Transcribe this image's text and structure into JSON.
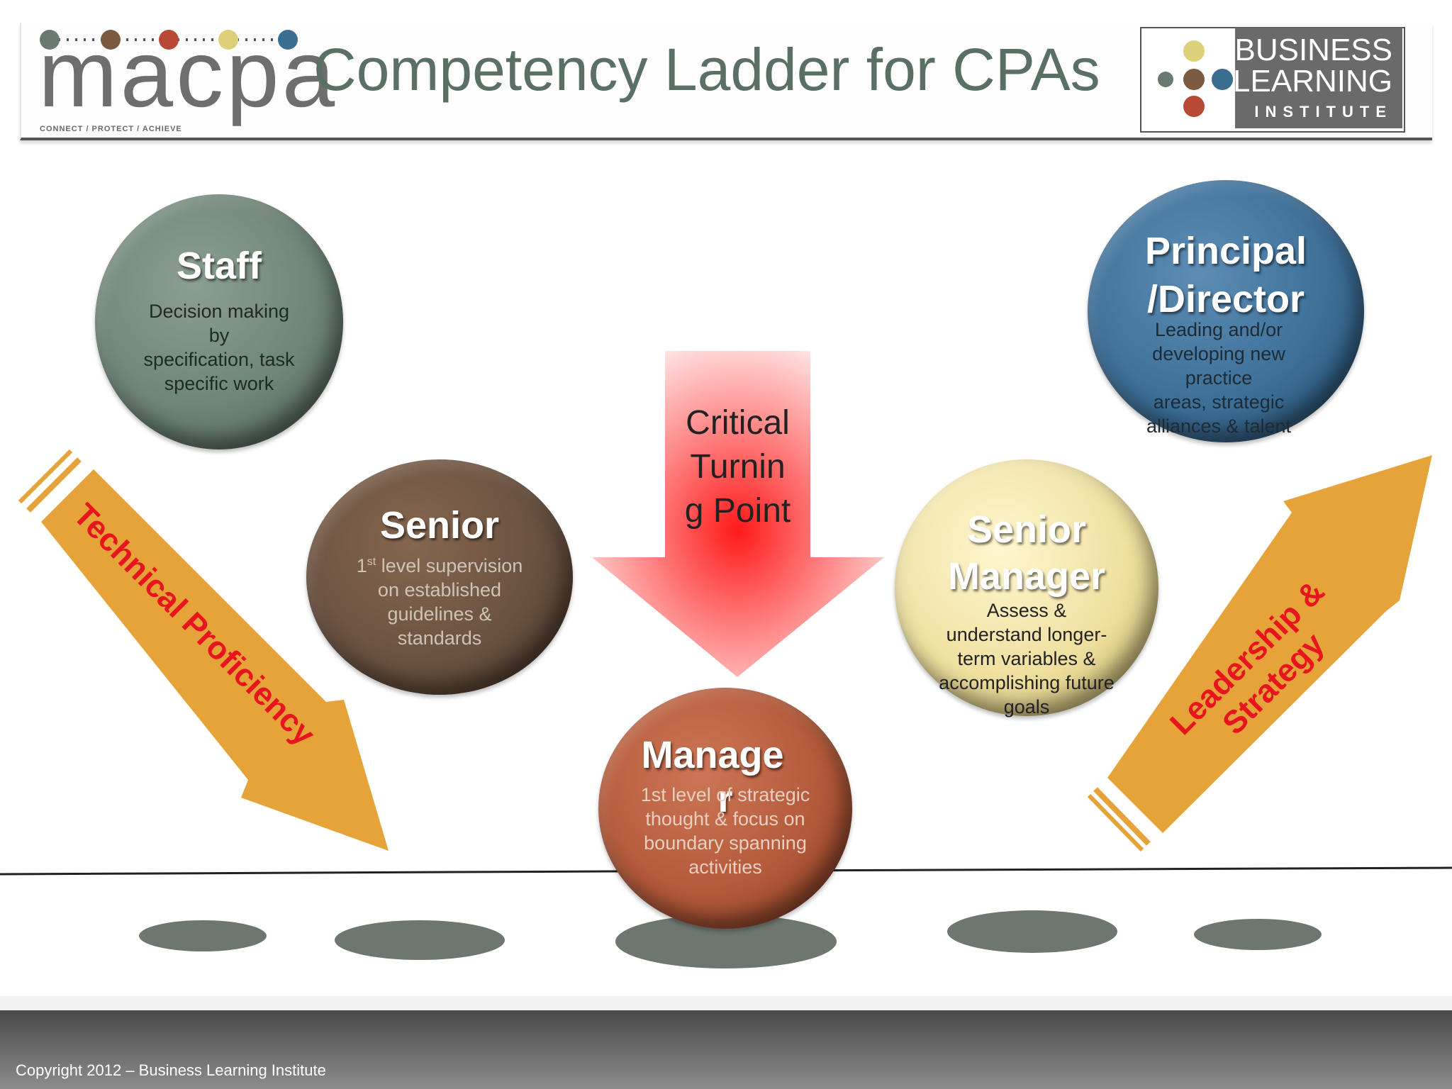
{
  "header": {
    "logo": "macpa",
    "logo_tagline": "CONNECT / PROTECT / ACHIEVE",
    "title": "Competency Ladder for CPAs",
    "bli": {
      "line1": "BUSINESS",
      "line2": "LEARNING",
      "line3": "INSTITUTE"
    }
  },
  "circles": {
    "staff": {
      "title": "Staff",
      "desc": [
        "Decision making",
        "by",
        "specification, task",
        "specific work"
      ]
    },
    "senior": {
      "title": "Senior",
      "desc_sup_prefix": "1",
      "desc_sup": "st",
      "desc": [
        " level supervision",
        "on established",
        "guidelines &",
        "standards"
      ]
    },
    "manager": {
      "title_l1": "Manage",
      "title_l2": "r",
      "desc": [
        "1st level of strategic",
        "thought & focus on",
        "boundary spanning",
        "activities"
      ]
    },
    "senior_manager": {
      "title_l1": "Senior",
      "title_l2": "Manager",
      "desc": [
        "Assess &",
        "understand longer-",
        "term variables &",
        "accomplishing future",
        "goals"
      ]
    },
    "principal": {
      "title_l1": "Principal",
      "title_l2": "/Director",
      "desc": [
        "Leading and/or",
        "developing new",
        "practice",
        "areas, strategic",
        "alliances & talent"
      ]
    }
  },
  "critical": {
    "l1": "Critical",
    "l2": "Turnin",
    "l3": "g Point"
  },
  "arrows": {
    "left": "Technical Proficiency",
    "right_l1": "Leadership &",
    "right_l2": "Strategy"
  },
  "colors": {
    "staff": "#6f8677",
    "senior": "#6b5240",
    "manager": "#b45a3a",
    "senior_manager": "#efe0a0",
    "principal": "#3d6f98",
    "arrow": "#e5a33a",
    "arrow_text": "#e8141e"
  },
  "footer": {
    "copyright": "Copyright 2012 – Business Learning Institute"
  }
}
